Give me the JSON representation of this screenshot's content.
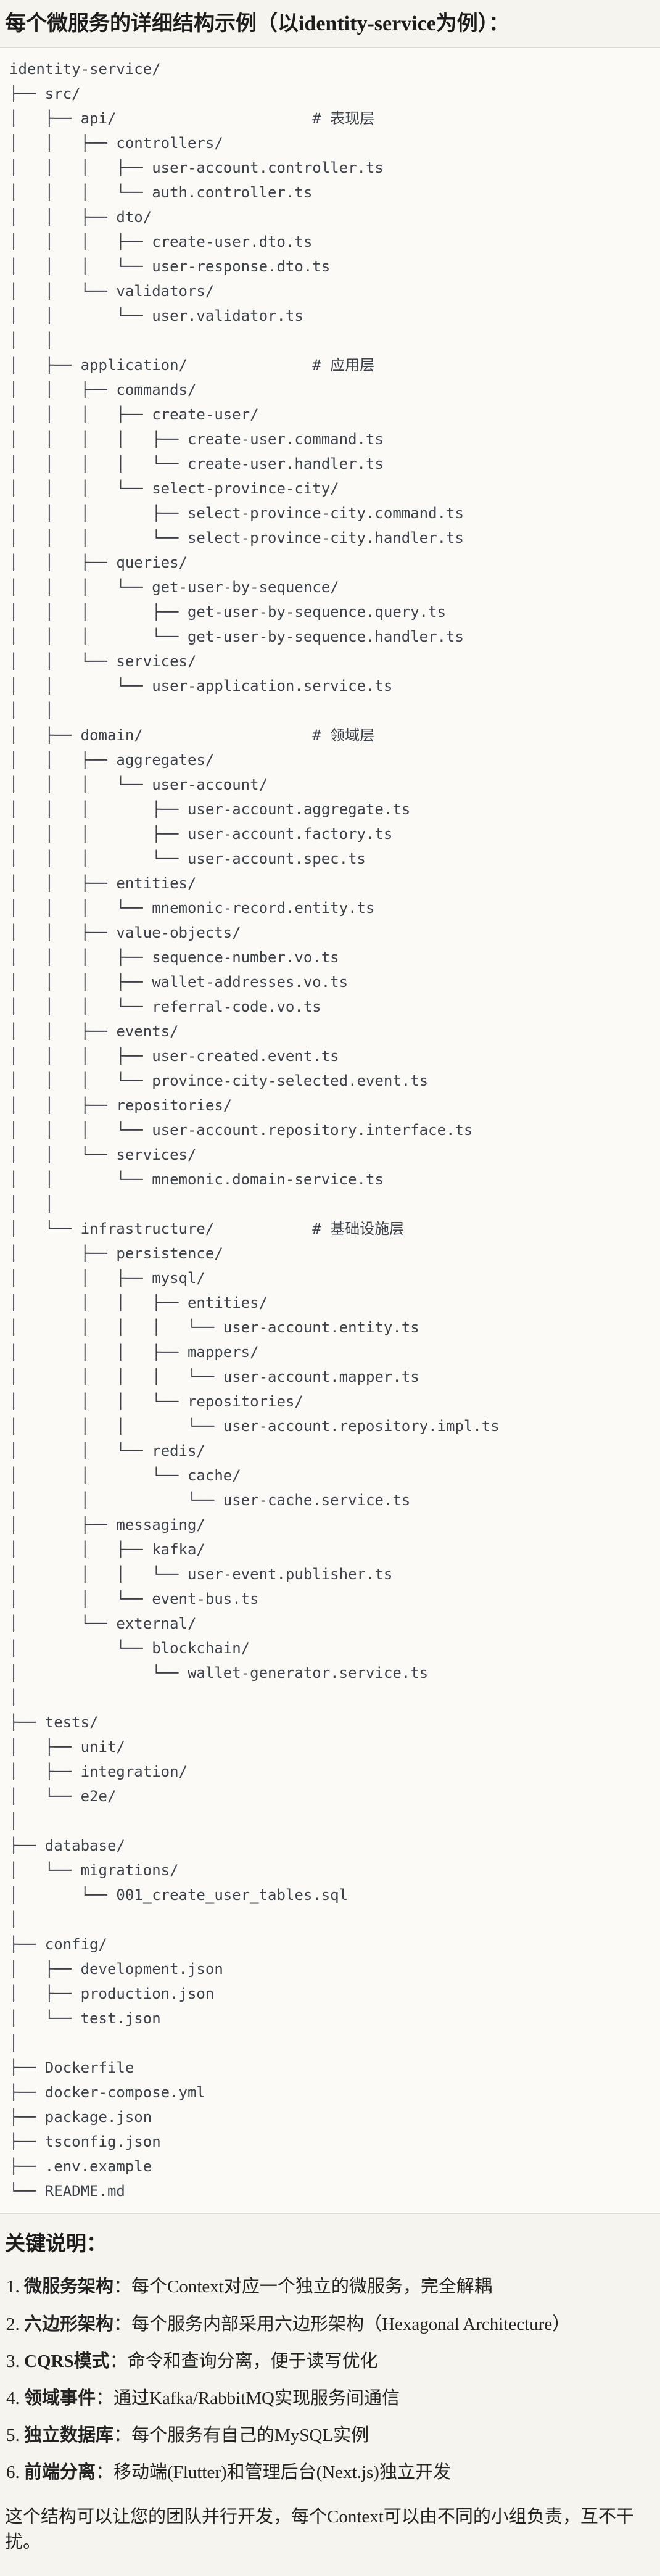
{
  "page_title": "每个微服务的详细结构示例（以identity-service为例）：",
  "tree_lines": [
    "identity-service/",
    "├── src/",
    "│   ├── api/                      # 表现层",
    "│   │   ├── controllers/",
    "│   │   │   ├── user-account.controller.ts",
    "│   │   │   └── auth.controller.ts",
    "│   │   ├── dto/",
    "│   │   │   ├── create-user.dto.ts",
    "│   │   │   └── user-response.dto.ts",
    "│   │   └── validators/",
    "│   │       └── user.validator.ts",
    "│   │",
    "│   ├── application/              # 应用层",
    "│   │   ├── commands/",
    "│   │   │   ├── create-user/",
    "│   │   │   │   ├── create-user.command.ts",
    "│   │   │   │   └── create-user.handler.ts",
    "│   │   │   └── select-province-city/",
    "│   │   │       ├── select-province-city.command.ts",
    "│   │   │       └── select-province-city.handler.ts",
    "│   │   ├── queries/",
    "│   │   │   └── get-user-by-sequence/",
    "│   │   │       ├── get-user-by-sequence.query.ts",
    "│   │   │       └── get-user-by-sequence.handler.ts",
    "│   │   └── services/",
    "│   │       └── user-application.service.ts",
    "│   │",
    "│   ├── domain/                   # 领域层",
    "│   │   ├── aggregates/",
    "│   │   │   └── user-account/",
    "│   │   │       ├── user-account.aggregate.ts",
    "│   │   │       ├── user-account.factory.ts",
    "│   │   │       └── user-account.spec.ts",
    "│   │   ├── entities/",
    "│   │   │   └── mnemonic-record.entity.ts",
    "│   │   ├── value-objects/",
    "│   │   │   ├── sequence-number.vo.ts",
    "│   │   │   ├── wallet-addresses.vo.ts",
    "│   │   │   └── referral-code.vo.ts",
    "│   │   ├── events/",
    "│   │   │   ├── user-created.event.ts",
    "│   │   │   └── province-city-selected.event.ts",
    "│   │   ├── repositories/",
    "│   │   │   └── user-account.repository.interface.ts",
    "│   │   └── services/",
    "│   │       └── mnemonic.domain-service.ts",
    "│   │",
    "│   └── infrastructure/           # 基础设施层",
    "│       ├── persistence/",
    "│       │   ├── mysql/",
    "│       │   │   ├── entities/",
    "│       │   │   │   └── user-account.entity.ts",
    "│       │   │   ├── mappers/",
    "│       │   │   │   └── user-account.mapper.ts",
    "│       │   │   └── repositories/",
    "│       │   │       └── user-account.repository.impl.ts",
    "│       │   └── redis/",
    "│       │       └── cache/",
    "│       │           └── user-cache.service.ts",
    "│       ├── messaging/",
    "│       │   ├── kafka/",
    "│       │   │   └── user-event.publisher.ts",
    "│       │   └── event-bus.ts",
    "│       └── external/",
    "│           └── blockchain/",
    "│               └── wallet-generator.service.ts",
    "│",
    "├── tests/",
    "│   ├── unit/",
    "│   ├── integration/",
    "│   └── e2e/",
    "│",
    "├── database/",
    "│   └── migrations/",
    "│       └── 001_create_user_tables.sql",
    "│",
    "├── config/",
    "│   ├── development.json",
    "│   ├── production.json",
    "│   └── test.json",
    "│",
    "├── Dockerfile",
    "├── docker-compose.yml",
    "├── package.json",
    "├── tsconfig.json",
    "├── .env.example",
    "└── README.md"
  ],
  "notes": {
    "heading": "关键说明：",
    "items": [
      {
        "num": "1. ",
        "label": "微服务架构",
        "colon": "：",
        "text": "每个Context对应一个独立的微服务，完全解耦"
      },
      {
        "num": "2. ",
        "label": "六边形架构",
        "colon": "：",
        "text": "每个服务内部采用六边形架构（Hexagonal Architecture）"
      },
      {
        "num": "3. ",
        "label": "CQRS模式",
        "colon": "：",
        "text": "命令和查询分离，便于读写优化"
      },
      {
        "num": "4. ",
        "label": "领域事件",
        "colon": "：",
        "text": "通过Kafka/RabbitMQ实现服务间通信"
      },
      {
        "num": "5. ",
        "label": "独立数据库",
        "colon": "：",
        "text": "每个服务有自己的MySQL实例"
      },
      {
        "num": "6. ",
        "label": "前端分离",
        "colon": "：",
        "text": "移动端(Flutter)和管理后台(Next.js)独立开发"
      }
    ],
    "footer": "这个结构可以让您的团队并行开发，每个Context可以由不同的小组负责，互不干扰。"
  },
  "colors": {
    "page_background": "#f6f4ee",
    "code_background": "#fbfaf7",
    "divider": "#dedcd5",
    "heading_text": "#1c1c1c",
    "tree_text": "#3d424a",
    "body_text": "#232323"
  }
}
